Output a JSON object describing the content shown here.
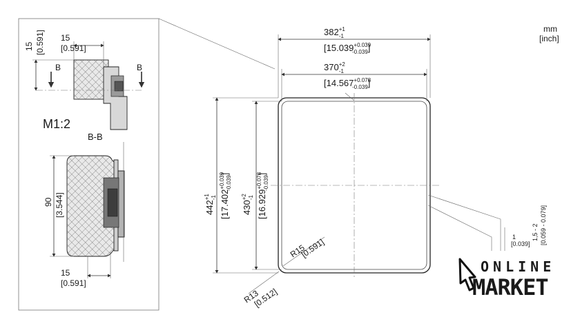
{
  "units": {
    "mm": "mm",
    "inch": "[inch]"
  },
  "detail": {
    "scale": "M1:2",
    "section_marker": "B",
    "section_title": "B-B",
    "dims": {
      "top_vertical_mm": "15",
      "top_vertical_in": "[0.591]",
      "top_horizontal_mm": "15",
      "top_horizontal_in": "[0.591]",
      "section_height_mm": "90",
      "section_height_in": "[3.544]",
      "bottom_horizontal_mm": "15",
      "bottom_horizontal_in": "[0.591]"
    }
  },
  "main": {
    "outer_width": {
      "value": "382",
      "tol_upper": "+1",
      "tol_lower": "-1",
      "inch": "15.039",
      "inch_upper": "+0.039",
      "inch_lower": "-0.039"
    },
    "inner_width": {
      "value": "370",
      "tol_upper": "+2",
      "tol_lower": "-1",
      "inch": "14.567",
      "inch_upper": "+0.078",
      "inch_lower": "-0.039"
    },
    "outer_height": {
      "value": "442",
      "tol_upper": "+1",
      "tol_lower": "-1",
      "inch": "17.402",
      "inch_upper": "+0.039",
      "inch_lower": "-0.039"
    },
    "inner_height": {
      "value": "430",
      "tol_upper": "+2",
      "tol_lower": "-1",
      "inch": "16.929",
      "inch_upper": "+0.078",
      "inch_lower": "-0.039"
    },
    "radius_inner": {
      "mm": "R15",
      "inch": "[0.591]"
    },
    "radius_outer": {
      "mm": "R13",
      "inch": "[0.512]"
    },
    "edge_small": {
      "mm": "1",
      "inch": "[0.039]"
    },
    "edge_range": {
      "mm": "1,5 - 2",
      "inch": "[0.059 - 0.079]"
    }
  },
  "logo": {
    "line1": "ONLINE",
    "line2": "MARKET"
  }
}
